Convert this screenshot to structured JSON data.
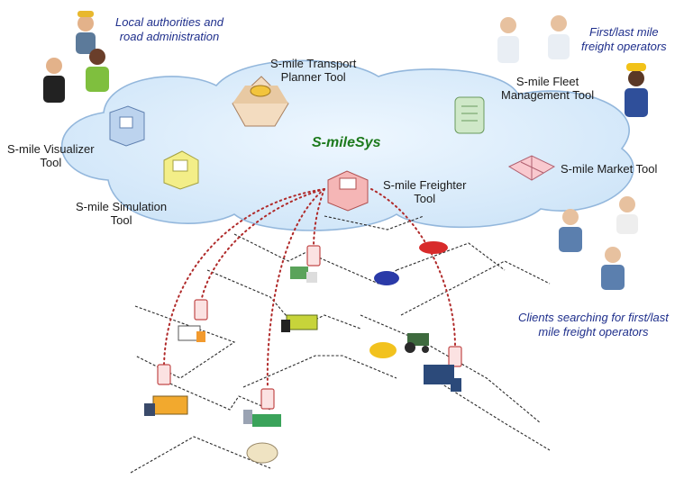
{
  "system_name": "S-mileSys",
  "tools": {
    "transport_planner": [
      "S-mile Transport",
      "Planner Tool"
    ],
    "fleet_management": [
      "S-mile Fleet",
      "Management Tool"
    ],
    "visualizer": [
      "S-mile Visualizer",
      "Tool"
    ],
    "simulation": [
      "S-mile Simulation",
      "Tool"
    ],
    "freighter": [
      "S-mile Freighter",
      "Tool"
    ],
    "market": [
      "S-mile Market Tool"
    ]
  },
  "groups": {
    "authorities": [
      "Local authorities and",
      "road administration"
    ],
    "operators": [
      "First/last mile",
      "freight operators"
    ],
    "clients": [
      "Clients searching for first/last",
      "mile freight operators"
    ]
  },
  "colors": {
    "cloud_fill": "#dceefb",
    "cloud_stroke": "#93b7dc",
    "system_text": "#1d7a1d",
    "group_text": "#1f2f8c",
    "link_dots": "#b02a2a",
    "road_lines": "#2a2a2a"
  },
  "icons": [
    "transport-planner-icon",
    "fleet-management-icon",
    "visualizer-icon",
    "simulation-icon",
    "freighter-icon",
    "market-icon",
    "mobile-device-icon",
    "truck-icon",
    "van-icon",
    "car-icon",
    "tractor-icon",
    "person-icon"
  ]
}
